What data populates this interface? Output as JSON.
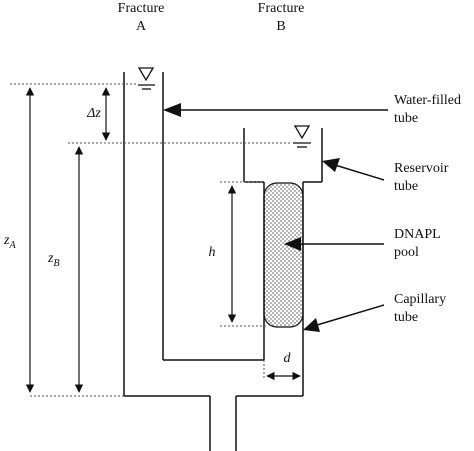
{
  "header": {
    "fracture_a_line1": "Fracture",
    "fracture_a_line2": "A",
    "fracture_b_line1": "Fracture",
    "fracture_b_line2": "B"
  },
  "labels": {
    "water_filled_1": "Water-filled",
    "water_filled_2": "tube",
    "reservoir_1": "Reservoir",
    "reservoir_2": "tube",
    "dnapl_1": "DNAPL",
    "dnapl_2": "pool",
    "capillary_1": "Capillary",
    "capillary_2": "tube"
  },
  "variables": {
    "delta_z": "Δz",
    "z": "z",
    "sub_a": "A",
    "sub_b": "B",
    "h": "h",
    "d": "d"
  },
  "colors": {
    "line": "#111111",
    "pool_dots": "#444444"
  }
}
